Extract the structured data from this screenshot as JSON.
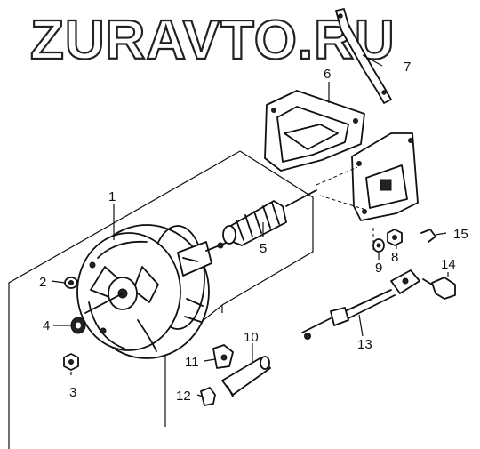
{
  "watermark": "ZURAVTO.RU",
  "callouts": {
    "c1": "1",
    "c2": "2",
    "c3": "3",
    "c4": "4",
    "c5": "5",
    "c6": "6",
    "c7": "7",
    "c8": "8",
    "c9": "9",
    "c10": "10",
    "c11": "11",
    "c12": "12",
    "c13": "13",
    "c14": "14",
    "c15": "15"
  }
}
